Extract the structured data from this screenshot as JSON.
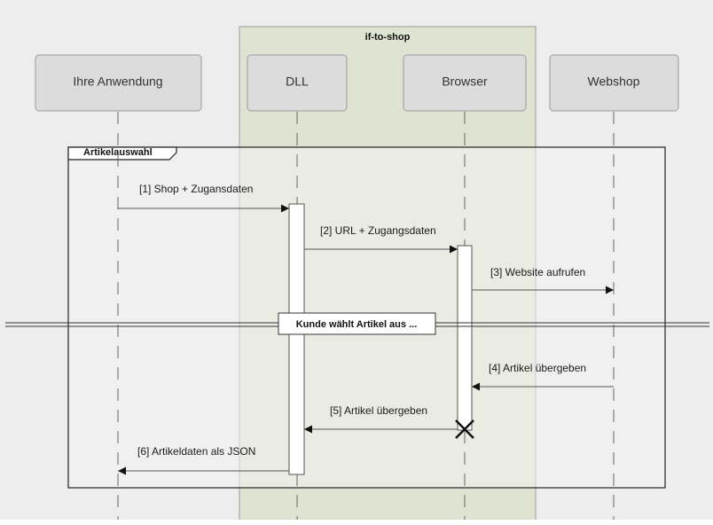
{
  "group": {
    "title": "if-to-shop"
  },
  "participants": [
    {
      "id": "app",
      "label": "Ihre Anwendung"
    },
    {
      "id": "dll",
      "label": "DLL"
    },
    {
      "id": "browser",
      "label": "Browser"
    },
    {
      "id": "webshop",
      "label": "Webshop"
    }
  ],
  "frame": {
    "label": "Artikelauswahl"
  },
  "divider": {
    "label": "Kunde wählt Artikel aus ..."
  },
  "messages": [
    {
      "num": 1,
      "label": "[1] Shop + Zugansdaten",
      "from": "app",
      "to": "dll"
    },
    {
      "num": 2,
      "label": "[2] URL + Zugangsdaten",
      "from": "dll",
      "to": "browser"
    },
    {
      "num": 3,
      "label": "[3] Website aufrufen",
      "from": "browser",
      "to": "webshop"
    },
    {
      "num": 4,
      "label": "[4] Artikel übergeben",
      "from": "webshop",
      "to": "browser"
    },
    {
      "num": 5,
      "label": "[5] Artikel übergeben",
      "from": "browser",
      "to": "dll"
    },
    {
      "num": 6,
      "label": "[6] Artikeldaten als JSON",
      "from": "dll",
      "to": "app"
    }
  ],
  "colors": {
    "page_bg": "#ededed",
    "group_bg": "#dfe4d2",
    "frame_bg": "#f2f2f2",
    "frame_group_bg": "#e4e8d8",
    "participant_fill": "#dcdcdc",
    "participant_stroke": "#9a9a9a",
    "line": "#555555",
    "lifeline": "#666666",
    "activation_fill": "#ffffff"
  }
}
